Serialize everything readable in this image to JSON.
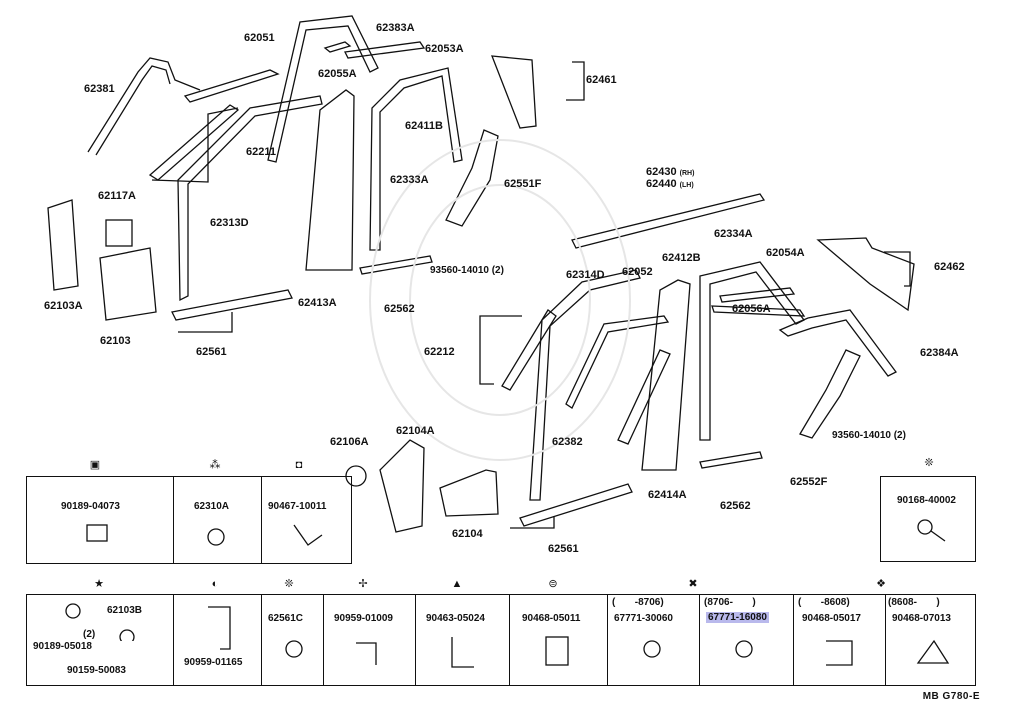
{
  "callouts": [
    {
      "id": "c62383A",
      "text": "62383A"
    },
    {
      "id": "c62051",
      "text": "62051"
    },
    {
      "id": "c62053A",
      "text": "62053A"
    },
    {
      "id": "c62055A",
      "text": "62055A"
    },
    {
      "id": "c62381",
      "text": "62381"
    },
    {
      "id": "c62461",
      "text": "62461"
    },
    {
      "id": "c62411B",
      "text": "62411B"
    },
    {
      "id": "c62211",
      "text": "62211"
    },
    {
      "id": "c62333A",
      "text": "62333A"
    },
    {
      "id": "c62551F",
      "text": "62551F"
    },
    {
      "id": "c62117A",
      "text": "62117A"
    },
    {
      "id": "c62313D",
      "text": "62313D"
    },
    {
      "id": "c62430",
      "text": "62430"
    },
    {
      "id": "c62440",
      "text": "62440"
    },
    {
      "id": "c93560a",
      "text": "93560-14010 (2)"
    },
    {
      "id": "c62334A",
      "text": "62334A"
    },
    {
      "id": "c62412B",
      "text": "62412B"
    },
    {
      "id": "c62054A",
      "text": "62054A"
    },
    {
      "id": "c62462",
      "text": "62462"
    },
    {
      "id": "c62103A",
      "text": "62103A"
    },
    {
      "id": "c62413A",
      "text": "62413A"
    },
    {
      "id": "c62562a",
      "text": "62562"
    },
    {
      "id": "c62314D",
      "text": "62314D"
    },
    {
      "id": "c62052",
      "text": "62052"
    },
    {
      "id": "c62056A",
      "text": "62056A"
    },
    {
      "id": "c62103",
      "text": "62103"
    },
    {
      "id": "c62561a",
      "text": "62561"
    },
    {
      "id": "c62212",
      "text": "62212"
    },
    {
      "id": "c62384A",
      "text": "62384A"
    },
    {
      "id": "c93560b",
      "text": "93560-14010 (2)"
    },
    {
      "id": "c62106A",
      "text": "62106A"
    },
    {
      "id": "c62104A",
      "text": "62104A"
    },
    {
      "id": "c62382",
      "text": "62382"
    },
    {
      "id": "c62414A",
      "text": "62414A"
    },
    {
      "id": "c62562b",
      "text": "62562"
    },
    {
      "id": "c62552F",
      "text": "62552F"
    },
    {
      "id": "c62104",
      "text": "62104"
    },
    {
      "id": "c62561b",
      "text": "62561"
    }
  ],
  "rh": "(RH)",
  "lh": "(LH)",
  "top_row": [
    {
      "symbol": "▣",
      "part": "90189-04073"
    },
    {
      "symbol": "⁂",
      "part": "62310A"
    },
    {
      "symbol": "◘",
      "part": "90467-10011"
    }
  ],
  "side_box": {
    "symbol": "❊",
    "part": "90168-40002"
  },
  "bottom_row": [
    {
      "symbol": "★",
      "part": "62103B",
      "extra": [
        "90189-05018",
        "(2)",
        "90159-50083"
      ]
    },
    {
      "symbol": "◐",
      "part": "90959-01165"
    },
    {
      "symbol": "❊",
      "part": "62561C"
    },
    {
      "symbol": "✢",
      "part": "90959-01009"
    },
    {
      "symbol": "▲",
      "part": "90463-05024"
    },
    {
      "symbol": "⊜",
      "part": "90468-05011"
    },
    {
      "symbol": "",
      "range": "(       -8706)",
      "part": "67771-30060"
    },
    {
      "symbol": "✖",
      "range": "(8706-       )",
      "part": "67771-16080"
    },
    {
      "symbol": "",
      "range": "(       -8608)",
      "part": "90468-05017"
    },
    {
      "symbol": "❖",
      "range": "(8608-       )",
      "part": "90468-07013"
    }
  ],
  "reference": "MB  G780-E"
}
